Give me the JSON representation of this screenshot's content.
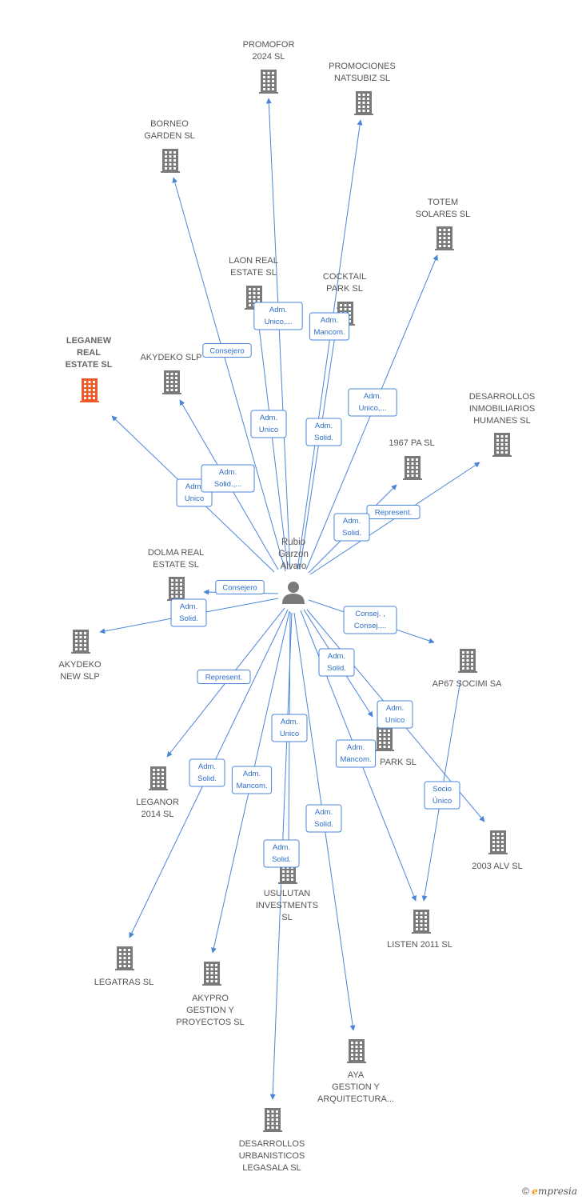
{
  "center": {
    "name": [
      "Rubio",
      "Garzon",
      "Alvaro"
    ]
  },
  "colors": {
    "edge": "#4a86d8",
    "building": "#7a7a7a",
    "focus": "#f05a28"
  },
  "nodes": [
    {
      "id": "promofor",
      "label": [
        "PROMOFOR",
        "2024  SL"
      ]
    },
    {
      "id": "promociones",
      "label": [
        "PROMOCIONES",
        "NATSUBIZ  SL"
      ]
    },
    {
      "id": "borneo",
      "label": [
        "BORNEO",
        "GARDEN  SL"
      ]
    },
    {
      "id": "totem",
      "label": [
        "TOTEM",
        "SOLARES  SL"
      ]
    },
    {
      "id": "laon",
      "label": [
        "LAON REAL",
        "ESTATE  SL"
      ]
    },
    {
      "id": "cocktail",
      "label": [
        "COCKTAIL",
        "PARK SL"
      ]
    },
    {
      "id": "leganew",
      "label": [
        "LEGANEW",
        "REAL",
        "ESTATE  SL"
      ],
      "focus": true
    },
    {
      "id": "akydeko",
      "label": [
        "AKYDEKO SLP"
      ]
    },
    {
      "id": "desarrollos_inm",
      "label": [
        "DESARROLLOS",
        "INMOBILIARIOS",
        "HUMANES  SL"
      ]
    },
    {
      "id": "pa1967",
      "label": [
        "1967 PA SL"
      ]
    },
    {
      "id": "dolma",
      "label": [
        "DOLMA REAL",
        "ESTATE  SL"
      ]
    },
    {
      "id": "akydeko_new",
      "label": [
        "AKYDEKO",
        "NEW  SLP"
      ]
    },
    {
      "id": "ap67",
      "label": [
        "AP67 SOCIMI SA"
      ]
    },
    {
      "id": "park",
      "label": [
        "PARK SL"
      ]
    },
    {
      "id": "leganor",
      "label": [
        "LEGANOR",
        "2014  SL"
      ]
    },
    {
      "id": "alv2003",
      "label": [
        "2003 ALV  SL"
      ]
    },
    {
      "id": "usulutan",
      "label": [
        "USULUTAN",
        "INVESTMENTS",
        "SL"
      ]
    },
    {
      "id": "listen",
      "label": [
        "LISTEN 2011 SL"
      ]
    },
    {
      "id": "legatras",
      "label": [
        "LEGATRAS SL"
      ]
    },
    {
      "id": "akypro",
      "label": [
        "AKYPRO",
        "GESTION Y",
        "PROYECTOS  SL"
      ]
    },
    {
      "id": "aya",
      "label": [
        "AYA",
        "GESTION Y",
        "ARQUITECTURA..."
      ]
    },
    {
      "id": "desarrollos_urb",
      "label": [
        "DESARROLLOS",
        "URBANISTICOS",
        "LEGASALA  SL"
      ]
    }
  ],
  "edges": [
    {
      "to": "promofor",
      "label": [
        "Adm.",
        "Unico"
      ]
    },
    {
      "to": "promociones",
      "label": [
        "Adm.",
        "Solid."
      ]
    },
    {
      "to": "borneo",
      "label": [
        "Consejero"
      ]
    },
    {
      "to": "totem",
      "label": [
        "Adm.",
        "Unico,..."
      ]
    },
    {
      "to": "laon",
      "label": [
        "Adm.",
        "Unico,..."
      ]
    },
    {
      "to": "cocktail",
      "label": [
        "Adm.",
        "Mancom."
      ]
    },
    {
      "to": "leganew",
      "label": [
        "Adm.",
        "Unico"
      ]
    },
    {
      "to": "akydeko",
      "label": [
        "Adm.",
        "Solid.,..."
      ]
    },
    {
      "to": "desarrollos_inm",
      "label": [
        "Represent."
      ]
    },
    {
      "to": "pa1967",
      "label": [
        "Adm.",
        "Solid."
      ]
    },
    {
      "to": "dolma",
      "label": [
        "Consejero"
      ]
    },
    {
      "to": "akydeko_new",
      "label": [
        "Adm.",
        "Solid."
      ]
    },
    {
      "to": "ap67",
      "label": [
        "Consej. ,",
        "Consej...."
      ]
    },
    {
      "to": "park",
      "label": [
        "Adm.",
        "Solid."
      ]
    },
    {
      "to": "leganor",
      "label": [
        "Represent."
      ]
    },
    {
      "to": "alv2003",
      "label": [
        "Adm.",
        "Unico"
      ]
    },
    {
      "to": "usulutan",
      "label": [
        "Adm.",
        "Unico"
      ]
    },
    {
      "to": "listen",
      "label": [
        "Adm.",
        "Mancom."
      ]
    },
    {
      "to": "legatras",
      "label": [
        "Adm.",
        "Solid."
      ]
    },
    {
      "to": "akypro",
      "label": [
        "Adm.",
        "Mancom."
      ]
    },
    {
      "to": "aya",
      "label": [
        "Adm.",
        "Solid."
      ]
    },
    {
      "to": "desarrollos_urb",
      "label": [
        "Adm.",
        "Solid."
      ]
    },
    {
      "from": "ap67",
      "to": "listen",
      "label": [
        "Socio",
        "Único"
      ]
    }
  ],
  "footer": {
    "copyright": "©",
    "brand_initial": "e",
    "brand_rest": "mpresia"
  }
}
